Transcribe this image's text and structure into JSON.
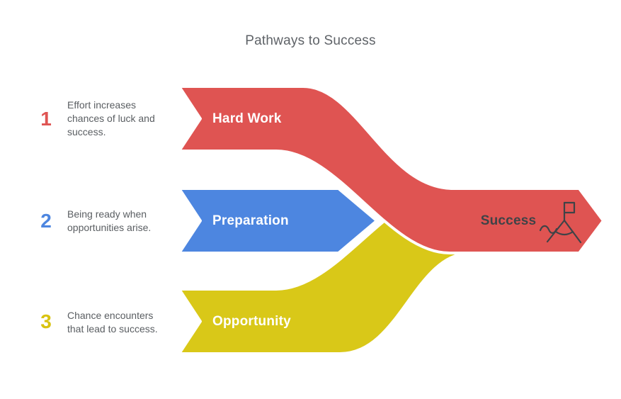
{
  "title": "Pathways to Success",
  "colors": {
    "red": "#df5452",
    "blue": "#4d86e0",
    "yellow": "#d9c818",
    "stroke_gap": "#ffffff",
    "title_gray": "#5f6368",
    "description_gray": "#5a5e62",
    "success_dark": "#3f4347"
  },
  "steps": [
    {
      "number": "1",
      "label": "Hard Work",
      "description": "Effort increases chances of luck and success."
    },
    {
      "number": "2",
      "label": "Preparation",
      "description": "Being ready when opportunities arise."
    },
    {
      "number": "3",
      "label": "Opportunity",
      "description": "Chance encounters that lead to success."
    }
  ],
  "result": {
    "label": "Success",
    "icon": "mountain-flag-icon"
  }
}
